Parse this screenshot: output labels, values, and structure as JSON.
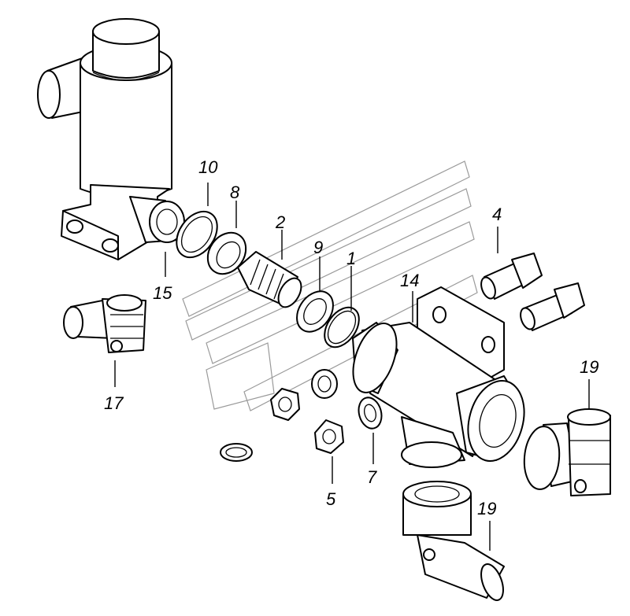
{
  "callouts": {
    "c1": "1",
    "c2": "2",
    "c4": "4",
    "c5": "5",
    "c7": "7",
    "c8": "8",
    "c9": "9",
    "c10": "10",
    "c14": "14",
    "c15": "15",
    "c17": "17",
    "c19a": "19",
    "c19b": "19"
  }
}
